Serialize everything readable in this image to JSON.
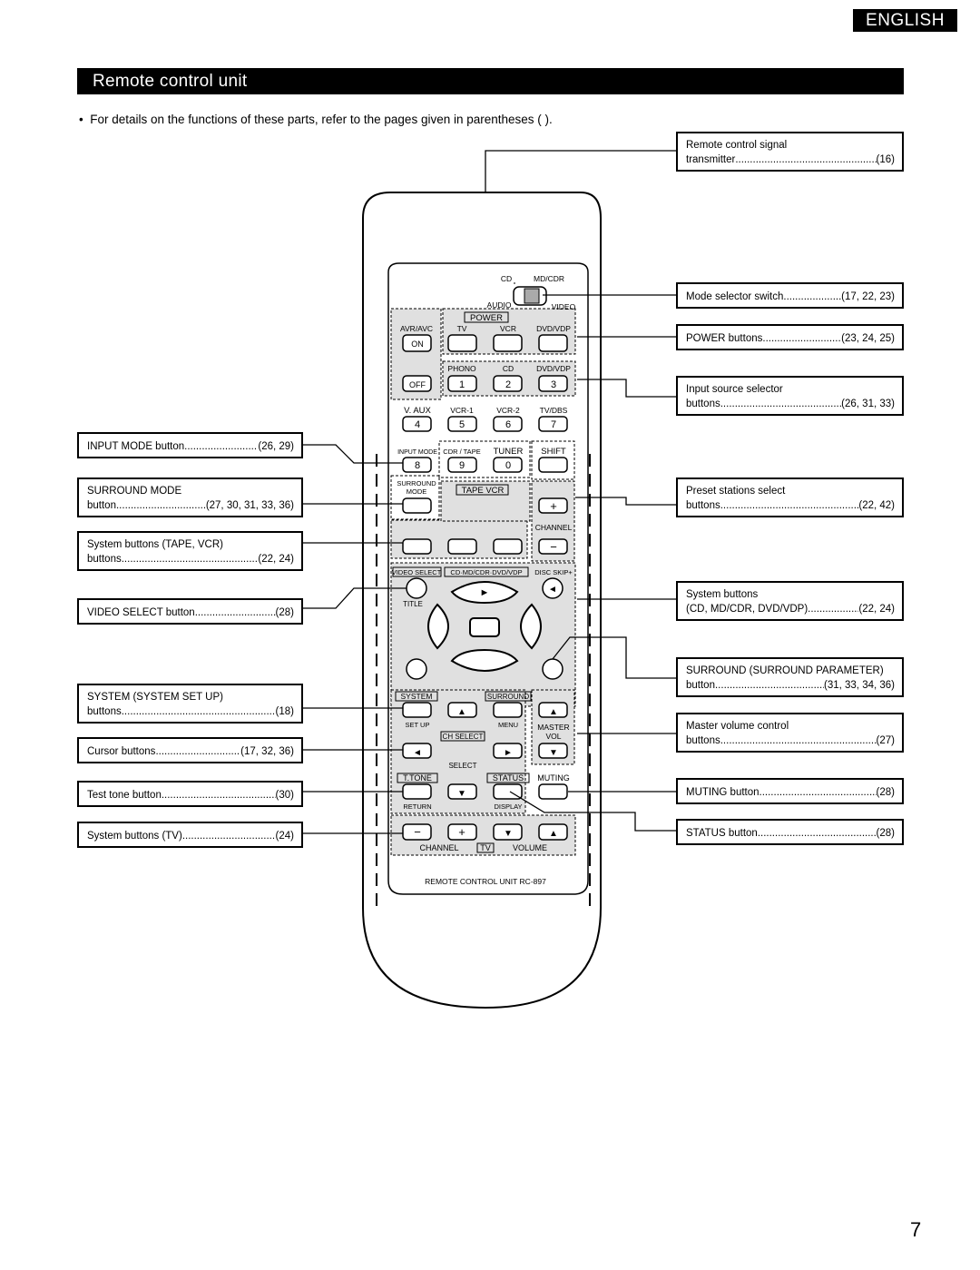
{
  "language_tab": "ENGLISH",
  "section_title": "Remote control unit",
  "intro_text": "For details on the functions of these parts, refer to the pages given in parentheses ( ).",
  "page_number": "7",
  "callouts_right": {
    "signal_transmitter": {
      "line1": "Remote control signal",
      "label": "transmitter",
      "pages": "(16)"
    },
    "mode_selector": {
      "label": "Mode selector switch",
      "pages": "(17, 22, 23)"
    },
    "power_buttons": {
      "label": "POWER buttons",
      "pages": "(23, 24, 25)"
    },
    "input_source": {
      "line1": "Input source selector",
      "label": "buttons",
      "pages": "(26, 31, 33)"
    },
    "preset_stations": {
      "line1": "Preset stations select",
      "label": "buttons",
      "pages": "(22, 42)"
    },
    "system_cd": {
      "line1": "System buttons",
      "label": "(CD, MD/CDR, DVD/VDP)",
      "pages": "(22, 24)"
    },
    "surround_param": {
      "line1": "SURROUND (SURROUND PARAMETER)",
      "label": "button",
      "pages": "(31, 33, 34, 36)"
    },
    "master_volume": {
      "line1": "Master volume control",
      "label": "buttons",
      "pages": "(27)"
    },
    "muting": {
      "label": "MUTING button",
      "pages": "(28)"
    },
    "status": {
      "label": "STATUS button",
      "pages": "(28)"
    }
  },
  "callouts_left": {
    "input_mode": {
      "label": "INPUT MODE button",
      "pages": "(26, 29)"
    },
    "surround_mode": {
      "line1": "SURROUND MODE",
      "label": "button",
      "pages": "(27, 30, 31, 33, 36)"
    },
    "system_tape_vcr": {
      "line1": "System buttons (TAPE, VCR)",
      "label": "buttons",
      "pages": "(22, 24)"
    },
    "video_select": {
      "label": "VIDEO SELECT button",
      "pages": "(28)"
    },
    "system_setup": {
      "line1": "SYSTEM (SYSTEM SET UP)",
      "label": "buttons",
      "pages": "(18)"
    },
    "cursor": {
      "label": "Cursor buttons",
      "pages": "(17, 32, 36)"
    },
    "test_tone": {
      "label": "Test tone button",
      "pages": "(30)"
    },
    "system_tv": {
      "label": "System buttons (TV)",
      "pages": "(24)"
    }
  },
  "remote": {
    "cd": "CD",
    "md_cdr": "MD/CDR",
    "audio": "AUDIO",
    "video": "VIDEO",
    "power": "POWER",
    "avr_avc": "AVR/AVC",
    "tv": "TV",
    "vcr": "VCR",
    "dvd_vdp": "DVD/VDP",
    "on": "ON",
    "phono": "PHONO",
    "cd2": "CD",
    "dvd_vdp2": "DVD/VDP",
    "off": "OFF",
    "n1": "1",
    "n2": "2",
    "n3": "3",
    "v_aux": "V. AUX",
    "vcr1": "VCR-1",
    "vcr2": "VCR-2",
    "tv_dbs": "TV/DBS",
    "n4": "4",
    "n5": "5",
    "n6": "6",
    "n7": "7",
    "input_mode": "INPUT MODE",
    "cdr_tape": "CDR / TAPE",
    "tuner": "TUNER",
    "shift": "SHIFT",
    "n8": "8",
    "n9": "9",
    "n0": "0",
    "surround_mode_1": "SURROUND",
    "surround_mode_2": "MODE",
    "tape_vcr": "TAPE VCR",
    "plus": "+",
    "channel_side": "CHANNEL",
    "minus": "−",
    "video_select": "VIDEO SELECT",
    "cd_md_dvd": "CD·MD/CDR·DVD/VDP",
    "disc_skip": "DISC SKIP+",
    "play": "►",
    "back": "◄",
    "title": "TITLE",
    "system": "SYSTEM",
    "surround": "SURROUND",
    "set_up": "SET UP",
    "menu": "MENU",
    "master": "MASTER",
    "vol": "VOL",
    "ch_select": "CH SELECT",
    "select": "SELECT",
    "t_tone": "T.TONE",
    "status": "STATUS",
    "muting": "MUTING",
    "return": "RETURN",
    "display": "DISPLAY",
    "bottom_minus": "−",
    "bottom_plus": "+",
    "channel": "CHANNEL",
    "tv_box": "TV",
    "volume": "VOLUME",
    "up": "▲",
    "down": "▼",
    "left": "◄",
    "right": "►",
    "model": "REMOTE CONTROL UNIT RC-897"
  }
}
